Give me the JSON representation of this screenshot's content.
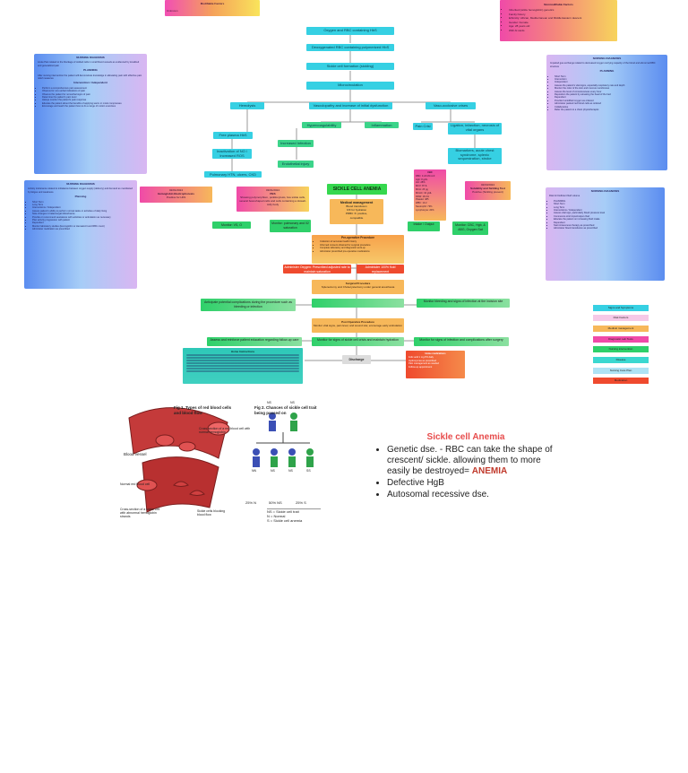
{
  "top_left_box": {
    "title": "Modifiable Factors",
    "body": "Unknown"
  },
  "top_right_box": {
    "title": "Nonmodifiable Factors",
    "items": [
      "Inherited (sickle hemoglobin) genetics",
      "Family history",
      "Ethnicity: African, Mediterranean and Middle Eastern descent",
      "Gender: Female",
      "Age: 28 years old",
      "With Al cards"
    ]
  },
  "flow": {
    "n1": "Oxygen and RBC containing HbS",
    "n2": "Deoxygenated RBC containing polymerized HbS",
    "n3": "Sickle cell formation (sickling)",
    "n4": "Microcirculation",
    "n5": "Hemolysis",
    "n6": "Vasculopathy and increase of initial dysfunction",
    "n7": "Vaso-occlusive crises",
    "n8": "Free plasma HbS",
    "n9": "Hypercoagulability",
    "n10": "Inflammation",
    "n11": "Pain Crisi",
    "n12": "Ligation, infarction, necrosis of vital organs",
    "n13": "Inactivation of NO / Increased ROS",
    "n14": "Increased Infection",
    "n15": "Endothelial injury",
    "n16": "Biomarkers, acute chest syndrome, splenic sequestration, stroke",
    "n17": "Pulmonary HTN, ulcers, CKD",
    "center_title": "SICKLE CELL ANEMIA",
    "medical_mgmt_title": "Medical management",
    "medical_mgmt_lines": [
      "Blood transfusion",
      "IVF for hydration",
      "PRBC 'A' positive,",
      "compatible"
    ],
    "lab_hgb_title": "Hemoglobin Electrophoresis",
    "lab_hgb_date": "02/01/2024",
    "lab_hgb_result": "Positive for HbS",
    "lab_pbs_date": "03/01/2024",
    "lab_pbs_title": "PBS",
    "lab_pbs_body": "Showing polymorphism, poikilocytosis, few sickle cells, several boat-shaped cells and cells containing a Howell-Jolly body",
    "lab_solubility_date": "02/03/2024",
    "lab_solubility_title": "Solubility and Sickling Test",
    "lab_solubility_result": "Positive (Sickling present)",
    "lab_cbc_title": "CBC",
    "lab_cbc_lines": [
      "RBC: 3.24 M/mm3",
      "Hgb: 8 g/dL",
      "Hct: 28%",
      "MCV: 87 fL",
      "MCH: 25 pg",
      "MCHC: 32 g/dL",
      "RDW: 18.1%",
      "Platelet: 485",
      "WBC: 10.2",
      "Neutrophil: 73%",
      "Lymphocyte: 20%"
    ],
    "monitor_vs": "Monitor: VS, O",
    "monitor_pulse": "Monitor: pulmonary and 02 saturation",
    "monitor_intake": "Intake / Output",
    "monitor_labs": "Monitor: CBC, Hgb, & ABG, Oxygen Sat",
    "pre_op_title": "Pre-operative Procedure",
    "pre_op_lines": [
      "Collection of accurate health history",
      "Informed consent obtained for surgical procedure",
      "Complete laboratory and diagnostic work-up",
      "Administer prescribed pre-operative medications"
    ],
    "left_red": "Administer Oxygen: Prescribed adjusted rate to maintain saturation",
    "right_red": "Administer 100% fluid replacement",
    "surgical_title": "Surgical Procedure",
    "surgical_body": "Splenectomy and Cholecystectomy under general anesthesia",
    "green_left": "Anticipate potential complications during the procedure such as bleeding or infection",
    "green_right": "Monitor bleeding and signs of infection at the incision site",
    "post_op_title": "Post Operative Procedure",
    "post_op_body": "Monitor vital signs, pain level, and wound site; encourage early ambulation",
    "green_left2": "Assess and reinforce patient education regarding follow-up care",
    "green_mid2": "Monitor for signs of sickle cell crisis and maintain hydration",
    "green_right2": "Monitor for signs of infection and complications after surgery",
    "discharge": "Discharge",
    "teal_left_title": "Home Instructions",
    "red_right_title": "Home medications",
    "red_right_lines": [
      "Folic acid 1 mg PO daily",
      "Hydroxyurea as prescribed",
      "Pain management as needed",
      "Follow-up appointment"
    ]
  },
  "left_card_1": {
    "title": "NURSING DIAGNOSIS",
    "intro": "Acute Pain related to the blockage of sickled cells in small blood vessels as evidenced by localized and generalized pain",
    "planning_title": "PLANNING",
    "planning": "After nursing intervention the patient will demonstrate knowledge in alleviating pain with effective pain relief measures",
    "interventions_title": "Intervention / Independent",
    "items": [
      "Perform a comprehensive pain assessment",
      "Observe for non-verbal indications of pain",
      "Observe the patient for nonverbal signs of pain",
      "Determine the patient's pain level",
      "Always monitor the patient's pain response",
      "Educate the patient about the benefits of applying warm or moist compresses",
      "Encourage and teach the patient how to do a range of motion exercises"
    ]
  },
  "left_card_2": {
    "title": "NURSING DIAGNOSIS",
    "intro": "Activity intolerance related to imbalance between oxygen supply (delivery) and demand as manifested by fatigue and weakness",
    "planning_title": "Planning",
    "items": [
      "Short Term",
      "Long Term",
      "Interventions / Independent",
      "Assess patient's ability to perform normal tasks or activities of daily living",
      "Note changes in balance/gait disturbance",
      "Provide or recommend assistance with activities or ambulation as necessary",
      "Plan activity progression with patient",
      "Dependent",
      "Monitor laboratory studies (Hemoglobin or Hematocrit and RBC count)",
      "Administer medication as prescribed"
    ]
  },
  "right_card_1": {
    "title": "NURSING DIAGNOSIS",
    "intro": "Impaired gas exchange related to decreased oxygen carrying capacity of the blood and abnormal RBC structure",
    "planning_title": "PLANNING",
    "items": [
      "Short Term",
      "Intervention",
      "Independent",
      "Assess the patient's vital signs, especially respiratory rate and depth",
      "Monitor the color of the skin and mucous membranes",
      "Assess the level of consciousness every hour",
      "Reposition the patient by elevating the head of the bed",
      "Dependent",
      "Provide humidified oxygen as ordered",
      "Administer packed red blood cells as ordered",
      "Collaborative",
      "Refer the patient to a chest physiotherapist"
    ]
  },
  "right_card_2": {
    "title": "NURSING DIAGNOSIS",
    "intro": "Risk for Deficient fluid volume",
    "items": [
      "PLANNING",
      "Short Term",
      "Long Term",
      "Interventions / Independent",
      "Assess vital sign, particularly blood pressure level",
      "Commence strict input/output chart",
      "Educate the patient on increasing fluid intake",
      "Dependent",
      "Start intravenous therapy as prescribed",
      "Administer blood transfusion as prescribed"
    ]
  },
  "legend": [
    {
      "label": "Signs and Symptoms",
      "color": "#36d0e3"
    },
    {
      "label": "Risk Factors",
      "color": "#f6c9e7"
    },
    {
      "label": "Medical management",
      "color": "#f7b85a"
    },
    {
      "label": "Diagnostic Lab Tests",
      "color": "#f04aa8"
    },
    {
      "label": "Nursing intervention",
      "color": "#2fd06a"
    },
    {
      "label": "Disease",
      "color": "#3bd8d0"
    },
    {
      "label": "Nursing Care Plan",
      "color": "#aee3f5"
    },
    {
      "label": "Medication",
      "color": "#ef4a2e"
    }
  ],
  "figure": {
    "fig1_title": "Fig 1. Types of red blood cells and blood flow",
    "fig2_title": "Fig 2. Chances of sickle cell trait being passed on",
    "labels": [
      "Blood vessel",
      "Cross-section of a red blood cell with normal hemoglobin",
      "Normal red blood cell",
      "Cross-section of a sickle cell with abnormal hemoglobin strands",
      "Sickle cells blocking blood flow"
    ],
    "parents": [
      "NS",
      "NS"
    ],
    "children": [
      "NN",
      "NS",
      "NS",
      "SS"
    ],
    "percents": [
      "25% N",
      "50% NS",
      "25% S"
    ],
    "key": [
      "NS = Sickle cell trait",
      "N = Normal",
      "S = Sickle cell anemia"
    ]
  },
  "notes": {
    "title": "Sickle cell Anemia",
    "bullet1_prefix": "Genetic dse. - RBC can take the shape of crescent/ sickle. allowing them to more easily be destroyed=",
    "bullet1_emph": "ANEMIA",
    "bullet2": "Defective HgB",
    "bullet3": "Autosomal recessive dse."
  }
}
